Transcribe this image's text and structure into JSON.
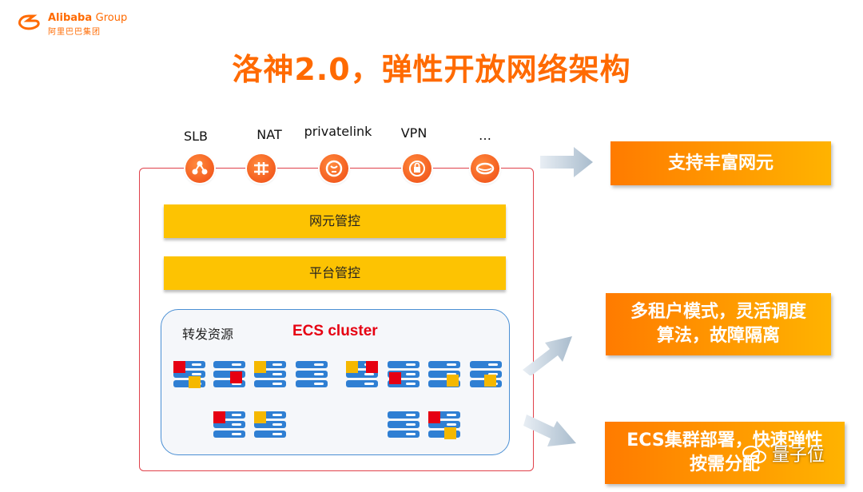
{
  "logo": {
    "en_bold": "Alibaba",
    "en_group": "Group",
    "cn": "阿里巴巴集团"
  },
  "title": "洛神2.0，弹性开放网络架构",
  "network_functions": [
    {
      "label": "SLB",
      "icon": "slb-icon"
    },
    {
      "label": "NAT",
      "icon": "nat-icon"
    },
    {
      "label": "privatelink",
      "icon": "privatelink-icon"
    },
    {
      "label": "VPN",
      "icon": "vpn-icon"
    },
    {
      "label": "…",
      "icon": "more-icon"
    }
  ],
  "bars": {
    "nf_control": "网元管控",
    "platform_control": "平台管控"
  },
  "resources": {
    "label": "转发资源",
    "cluster": "ECS cluster"
  },
  "callouts": {
    "c1": "支持丰富网元",
    "c2_line1": "多租户模式，灵活调度",
    "c2_line2": "算法，故障隔离",
    "c3_line1": "ECS集群部署，快速弹性",
    "c3_line2": "按需分配"
  },
  "watermark": "量子位",
  "colors": {
    "brand_orange": "#ff6a00",
    "bar_yellow": "#fdc302",
    "server_blue": "#2f7fd3",
    "red": "#e60012",
    "yellow": "#f5b800"
  }
}
